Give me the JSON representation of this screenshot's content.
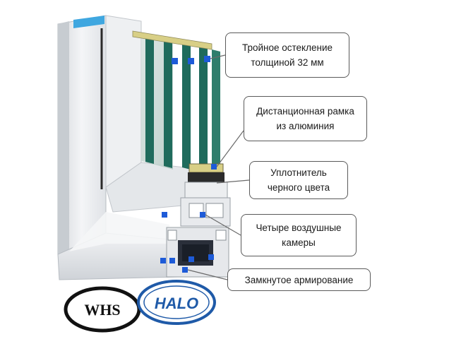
{
  "callouts": [
    {
      "id": "triple-glazing",
      "lines": [
        "Тройное остекление",
        "толщиной 32 мм"
      ]
    },
    {
      "id": "spacer-frame",
      "lines": [
        "Дистанционная рамка",
        "из алюминия"
      ]
    },
    {
      "id": "seal",
      "lines": [
        "Уплотнитель",
        "черного цвета"
      ]
    },
    {
      "id": "air-chambers",
      "lines": [
        "Четыре воздушные",
        "камеры"
      ]
    },
    {
      "id": "reinforcement",
      "lines": [
        "Замкнутое армирование"
      ]
    }
  ],
  "logos": {
    "whs": "WHS",
    "halo": "HALO"
  },
  "colors": {
    "frame": "#e9ecef",
    "frame_shadow": "#c9cdd2",
    "glass": "#1f6b5c",
    "gasket": "#2b2b2b",
    "spacer": "#d8cf86",
    "marker": "#1e5bd8",
    "steel": "#2a2f3a",
    "halo_blue": "#1f5aa8"
  }
}
